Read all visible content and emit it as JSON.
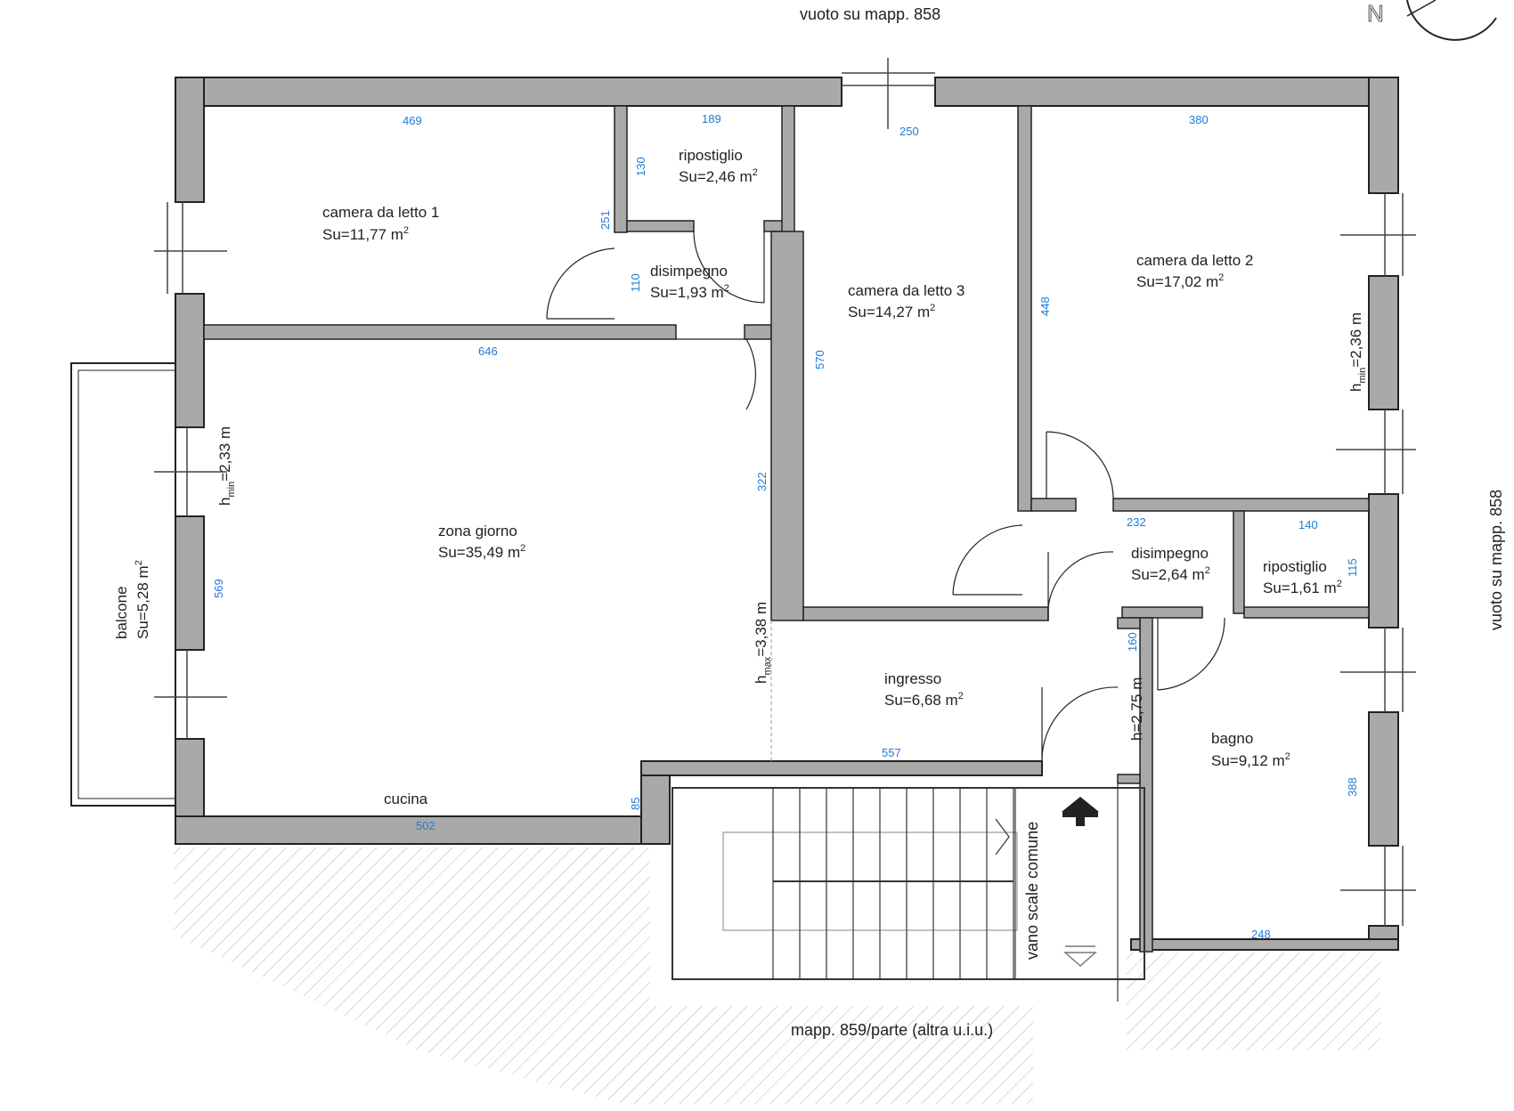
{
  "notes": {
    "top": "vuoto su mapp. 858",
    "right": "vuoto su mapp. 858",
    "bottom": "mapp. 859/parte (altra u.i.u.)",
    "stairs": "vano scale comune",
    "north": "N"
  },
  "rooms": {
    "camera1": {
      "name": "camera da letto 1",
      "area": "Su=11,77 m",
      "exp": "2"
    },
    "ripostiglio1": {
      "name": "ripostiglio",
      "area": "Su=2,46 m",
      "exp": "2"
    },
    "disimpegno1": {
      "name": "disimpegno",
      "area": "Su=1,93 m",
      "exp": "2"
    },
    "camera3": {
      "name": "camera da letto 3",
      "area": "Su=14,27 m",
      "exp": "2"
    },
    "camera2": {
      "name": "camera da letto 2",
      "area": "Su=17,02 m",
      "exp": "2"
    },
    "zona": {
      "name": "zona giorno",
      "area": "Su=35,49 m",
      "exp": "2"
    },
    "balcone": {
      "name": "balcone",
      "area": "Su=5,28 m",
      "exp": "2"
    },
    "disimpegno2": {
      "name": "disimpegno",
      "area": "Su=2,64 m",
      "exp": "2"
    },
    "ripostiglio2": {
      "name": "ripostiglio",
      "area": "Su=1,61 m",
      "exp": "2"
    },
    "ingresso": {
      "name": "ingresso",
      "area": "Su=6,68 m",
      "exp": "2"
    },
    "bagno": {
      "name": "bagno",
      "area": "Su=9,12 m",
      "exp": "2"
    },
    "cucina": {
      "name": "cucina"
    }
  },
  "heights": {
    "h1": {
      "h": "h",
      "sub": "min",
      "val": "=2,33 m"
    },
    "h2": {
      "h": "h",
      "sub": "min",
      "val": "=2,36 m"
    },
    "h3": {
      "h": "h",
      "sub": "max",
      "val": "=3,38 m"
    },
    "h4": {
      "text": "h=2,75 m"
    }
  },
  "dimensions": {
    "d469": "469",
    "d189": "189",
    "d250": "250",
    "d380": "380",
    "d130": "130",
    "d251": "251",
    "d110": "110",
    "d448": "448",
    "d646": "646",
    "d570": "570",
    "d322": "322",
    "d569": "569",
    "d232": "232",
    "d140": "140",
    "d115": "115",
    "d160": "160",
    "d557": "557",
    "d85": "85",
    "d502": "502",
    "d388": "388",
    "d248": "248"
  },
  "colors": {
    "wall": "#a9a9a9",
    "line": "#222222",
    "dim": "#1e7bd6"
  }
}
